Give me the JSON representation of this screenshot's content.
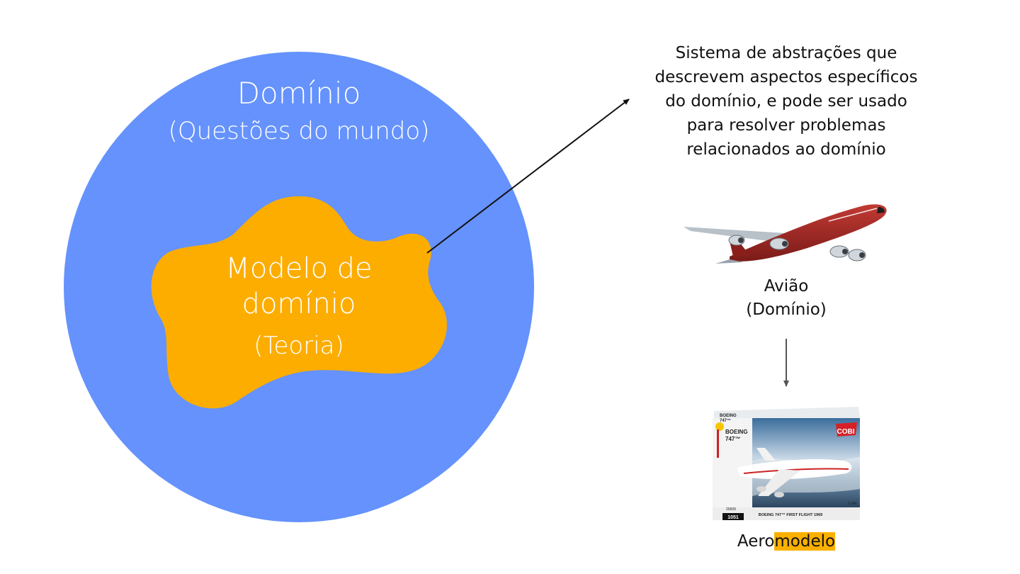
{
  "domain_circle": {
    "title": "Domínio",
    "subtitle": "(Questões do mundo)",
    "color": "#6592fc"
  },
  "model_blob": {
    "title_line1": "Modelo de",
    "title_line2": "domínio",
    "subtitle": "(Teoria)",
    "color": "#fcad00"
  },
  "description": {
    "lines": [
      "Sistema de abstrações que",
      "descrevem aspectos específicos",
      "do domínio, e pode ser usado",
      "para resolver problemas",
      "relacionados ao domínio"
    ]
  },
  "airplane": {
    "label_line1": "Avião",
    "label_line2": "(Domínio)",
    "icon": "airplane-icon"
  },
  "model_kit": {
    "label_prefix": "Aero",
    "label_highlight": "modelo",
    "highlight_color": "#fbb000",
    "box": {
      "brand": "COBI",
      "title_line1": "BOEING",
      "title_line2": "747™",
      "side_line1": "BOEING",
      "side_line2": "747™",
      "bottom_title": "BOEING 747™ FIRST FLIGHT 1969",
      "piece_count": "1051",
      "scale": "1:144",
      "code": "26609"
    }
  }
}
